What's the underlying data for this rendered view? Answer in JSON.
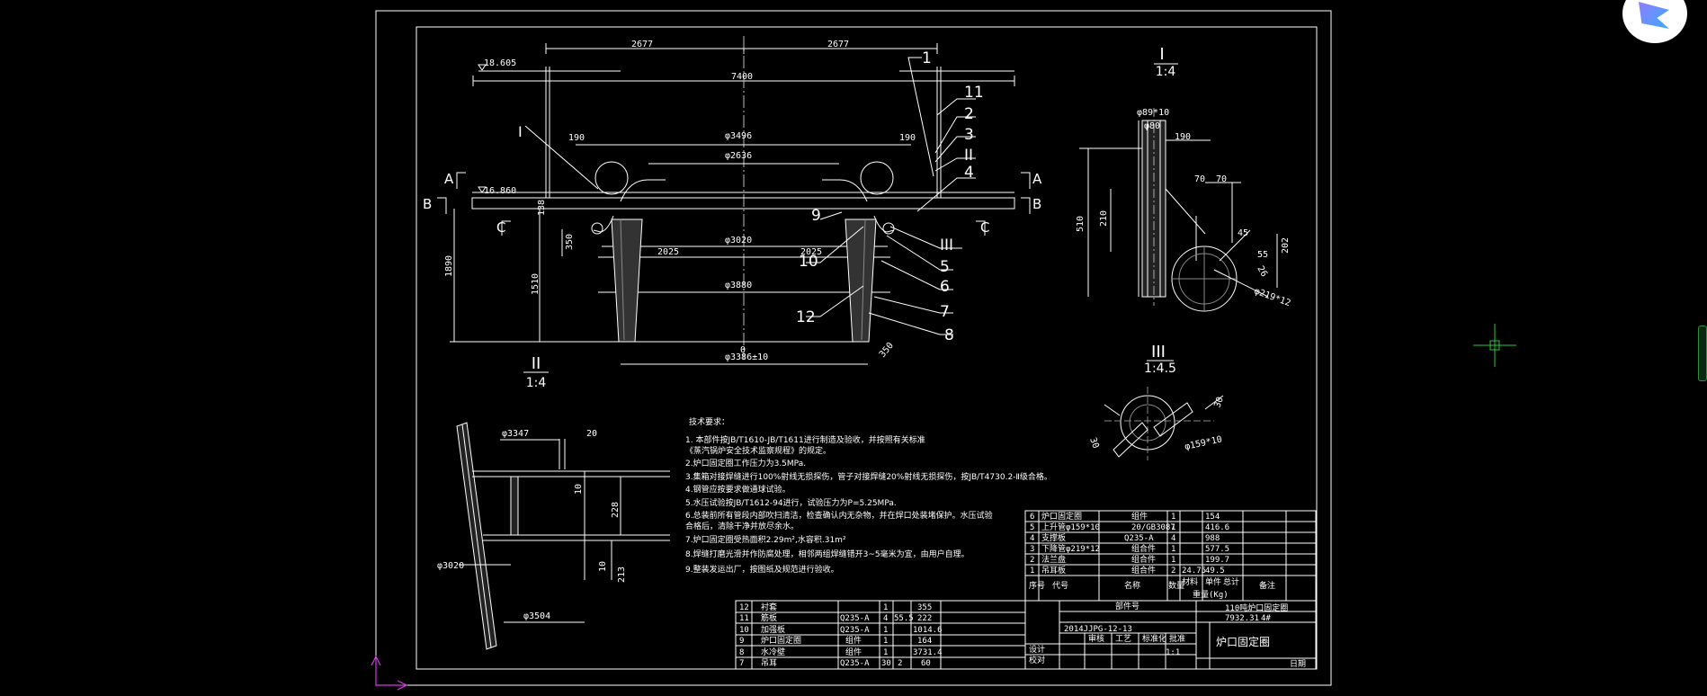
{
  "overall_dims": {
    "half_left": "2677",
    "half_right": "2677",
    "span": "7400",
    "level_top": "18.605",
    "level_mid": "16.860",
    "d3496": "φ3496",
    "d2636": "φ2636",
    "d3020": "φ3020",
    "d3880": "φ3880",
    "d3386": "φ3386±10",
    "left_190": "190",
    "right_190": "190",
    "h1890": "1890",
    "h1510": "1510",
    "h350": "350",
    "w2025a": "2025",
    "w2025b": "2025",
    "zero": "0",
    "ang350": "350",
    "sec_A": "A",
    "sec_B": "B",
    "sec_C": "C",
    "view_I": "I",
    "h138": "138"
  },
  "callouts": [
    "1",
    "11",
    "2",
    "3",
    "II",
    "4",
    "9",
    "10",
    "III",
    "5",
    "6",
    "12",
    "7",
    "8"
  ],
  "detail_I": {
    "title": "I",
    "scale": "1:4",
    "d89": "φ89*10",
    "d80": "φ80",
    "w190": "190",
    "w70a": "70",
    "w70b": "70",
    "h510": "510",
    "h210": "210",
    "h202": "202",
    "a45": "45",
    "h26": "26",
    "d219": "φ219*12",
    "d55": "55"
  },
  "detail_II": {
    "title": "II",
    "scale": "1:4",
    "d3347": "φ3347",
    "d3020": "φ3020",
    "d3504": "φ3504",
    "w20": "20",
    "h10a": "10",
    "h10b": "10",
    "h228": "228",
    "h213": "213"
  },
  "detail_III": {
    "title": "III",
    "scale": "1:4.5",
    "a30a": "30",
    "a30b": "30",
    "d159": "φ159*10"
  },
  "notes": {
    "heading": "技术要求：",
    "items": [
      "1. 本部件按JB/T1610-JB/T1611进行制造及验收，并按照有关标准",
      "   《蒸汽锅炉安全技术监察规程》的规定。",
      "2.炉口固定圈工作压力为3.5MPa.",
      "3.集箱对接焊缝进行100%射线无损探伤，管子对接焊缝20%射线无损探伤，按JB/T4730.2-Ⅱ级合格。",
      "4.钢管应按要求做通球试验。",
      "5.水压试验按JB/T1612-94进行，试验压力为P=5.25MPa.",
      "6.总装前所有管段内部吹扫清洁，检查确认内无杂物，并在焊口处装堵保护。水压试验",
      "   合格后，清除干净并放尽余水。",
      "7.炉口固定圈受热面积2.29m²,水容积.31m²",
      "8.焊缝打磨光滑并作防腐处理，相邻两组焊缝错开3~5毫米为宜，由用户自理。",
      "9.整装发运出厂，按图纸及规范进行验收。"
    ]
  },
  "parts_table_right": {
    "rows": [
      {
        "no": "6",
        "name": "炉口固定圈",
        "spec": "组件",
        "qty": "1",
        "wt": "",
        "tot": "154"
      },
      {
        "no": "5",
        "name": "上升管φ159*10",
        "spec": "20/GB3087",
        "qty": "1",
        "wt": "",
        "tot": "416.6"
      },
      {
        "no": "4",
        "name": "支撑板",
        "spec": "Q235-A",
        "qty": "4",
        "wt": "",
        "tot": "988"
      },
      {
        "no": "3",
        "name": "下降管φ219*12",
        "spec": "组合件",
        "qty": "1",
        "wt": "",
        "tot": "577.5"
      },
      {
        "no": "2",
        "name": "法兰盘",
        "spec": "组合件",
        "qty": "1",
        "wt": "",
        "tot": "199.7"
      },
      {
        "no": "1",
        "name": "吊耳板",
        "spec": "组合件",
        "qty": "2",
        "wt": "24.75",
        "tot": "49.5"
      }
    ],
    "header": [
      "序号",
      "代号",
      "名称",
      "数量",
      "材料",
      "单件",
      "总计",
      "备注"
    ],
    "header2": "重量(Kg)"
  },
  "parts_table_left": {
    "rows": [
      {
        "no": "12",
        "name": "衬套",
        "spec": "",
        "qty": "1",
        "wt": "",
        "tot": "355"
      },
      {
        "no": "11",
        "name": "筋板",
        "spec": "Q235-A",
        "qty": "4",
        "wt": "55.5",
        "tot": "222"
      },
      {
        "no": "10",
        "name": "加强板",
        "spec": "Q235-A",
        "qty": "1",
        "wt": "",
        "tot": "1014.6"
      },
      {
        "no": "9",
        "name": "炉口固定圈",
        "spec": "组件",
        "qty": "1",
        "wt": "",
        "tot": "164"
      },
      {
        "no": "8",
        "name": "水冷壁",
        "spec": "组件",
        "qty": "1",
        "wt": "",
        "tot": "3731.4"
      },
      {
        "no": "7",
        "name": "吊耳",
        "spec": "Q235-A",
        "qty": "30",
        "wt": "2",
        "tot": "60"
      }
    ]
  },
  "title_block": {
    "project": "110吨炉口固定圈",
    "weight": "7932.31",
    "sheet": "4#",
    "code": "2014JJPG-12-13",
    "scale": "1:1",
    "title": "炉口固定圈",
    "header_label": "部件号",
    "small_labels": [
      "设计",
      "校对",
      "审核",
      "工艺",
      "标准化",
      "批准",
      "日期"
    ]
  }
}
